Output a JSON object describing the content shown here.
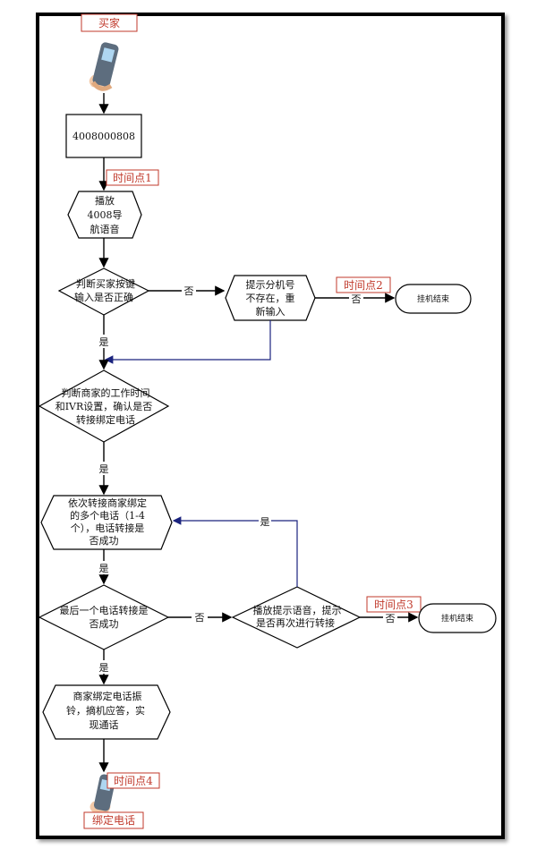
{
  "actors": {
    "buyer": "买家",
    "bound_phone": "绑定电话"
  },
  "nodes": {
    "hotline": "4008000808",
    "play_nav": [
      "播放",
      "4008导",
      "航语音"
    ],
    "check_key": [
      "判断买家按键",
      "输入是否正确"
    ],
    "prompt_ext": [
      "提示分机号",
      "不存在，重",
      "新输入"
    ],
    "hangup_1": "挂机结束",
    "check_hours": [
      "判断商家的工作时间",
      "和IVR设置，确认是否",
      "转接绑定电话"
    ],
    "transfer_seq": [
      "依次转接商家绑定",
      "的多个电话（1-4",
      "个），电话转接是",
      "否成功"
    ],
    "check_last": [
      "最后一个电话转接是",
      "否成功"
    ],
    "play_retry": [
      "播放提示语音，提示",
      "是否再次进行转接"
    ],
    "hangup_2": "挂机结束",
    "ring": [
      "商家绑定电话振",
      "铃，摘机应答，实",
      "现通话"
    ]
  },
  "timepoints": {
    "t1": "时间点1",
    "t2": "时间点2",
    "t3": "时间点3",
    "t4": "时间点4"
  },
  "edges": {
    "no": "否",
    "yes": "是"
  }
}
